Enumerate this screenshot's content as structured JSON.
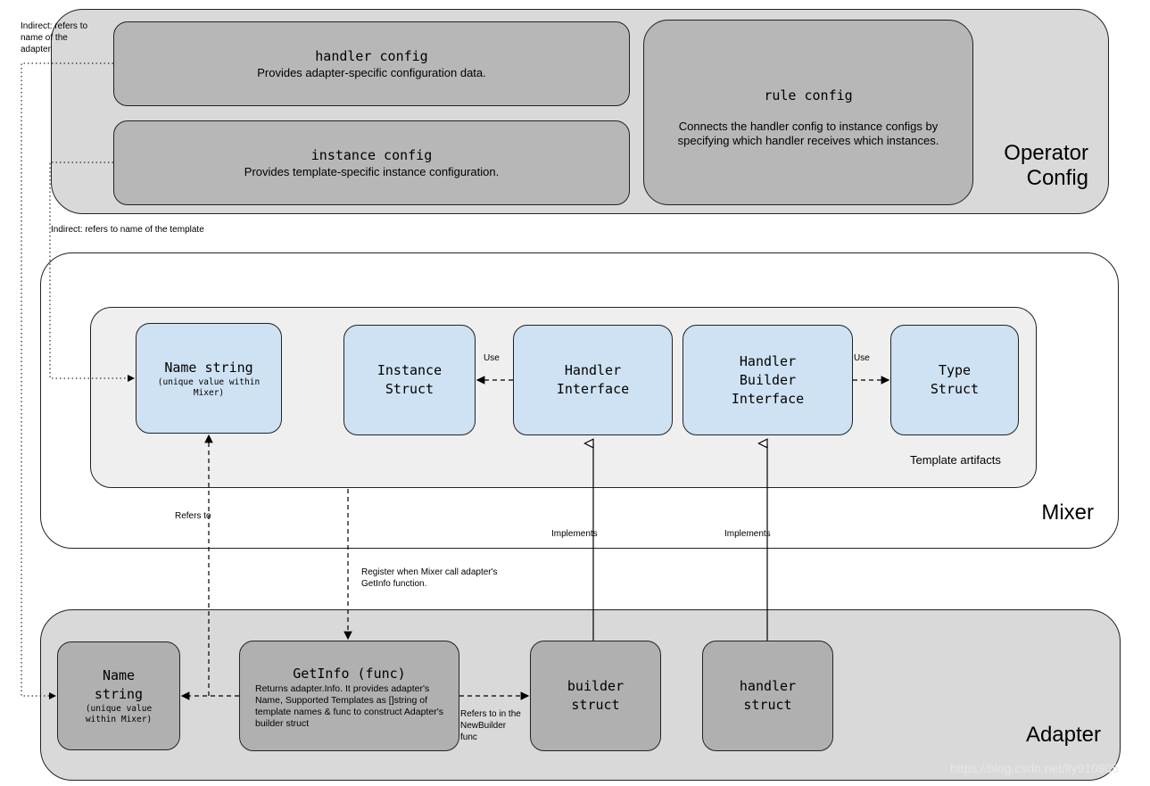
{
  "operator_config": {
    "title": "Operator\nConfig",
    "handler_config": {
      "title": "handler config",
      "desc": "Provides adapter-specific configuration data."
    },
    "instance_config": {
      "title": "instance config",
      "desc": "Provides template-specific instance configuration."
    },
    "rule_config": {
      "title": "rule config",
      "desc": "Connects the handler config to instance configs by specifying which handler receives which instances."
    }
  },
  "mixer": {
    "title": "Mixer",
    "template_artifacts_label": "Template artifacts",
    "name_string": {
      "title": "Name string",
      "note": "(unique value within\nMixer)"
    },
    "instance_struct": {
      "title": "Instance\nStruct"
    },
    "handler_interface": {
      "title": "Handler\nInterface"
    },
    "handler_builder_interface": {
      "title": "Handler\nBuilder\nInterface"
    },
    "type_struct": {
      "title": "Type\nStruct"
    }
  },
  "adapter": {
    "title": "Adapter",
    "name_string": {
      "title": "Name\nstring",
      "note": "(unique value\nwithin Mixer)"
    },
    "getinfo": {
      "title": "GetInfo (func)",
      "desc": "Returns adapter.Info. It provides adapter's Name, Supported Templates as []string of template names & func to construct Adapter's builder struct"
    },
    "builder_struct": {
      "title": "builder\nstruct"
    },
    "handler_struct": {
      "title": "handler\nstruct"
    }
  },
  "labels": {
    "indirect_adapter": "Indirect: refers to\nname of the\nadapter",
    "indirect_template": "Indirect: refers to name of the template",
    "use_left": "Use",
    "use_right": "Use",
    "refers_to": "Refers to",
    "register": "Register when Mixer call adapter's\nGetInfo function.",
    "implements_1": "Implements",
    "implements_2": "Implements",
    "refers_newbuilder": "Refers to in the\nNewBuilder\nfunc"
  },
  "watermark": "https://blog.csdn.net/lly910905"
}
